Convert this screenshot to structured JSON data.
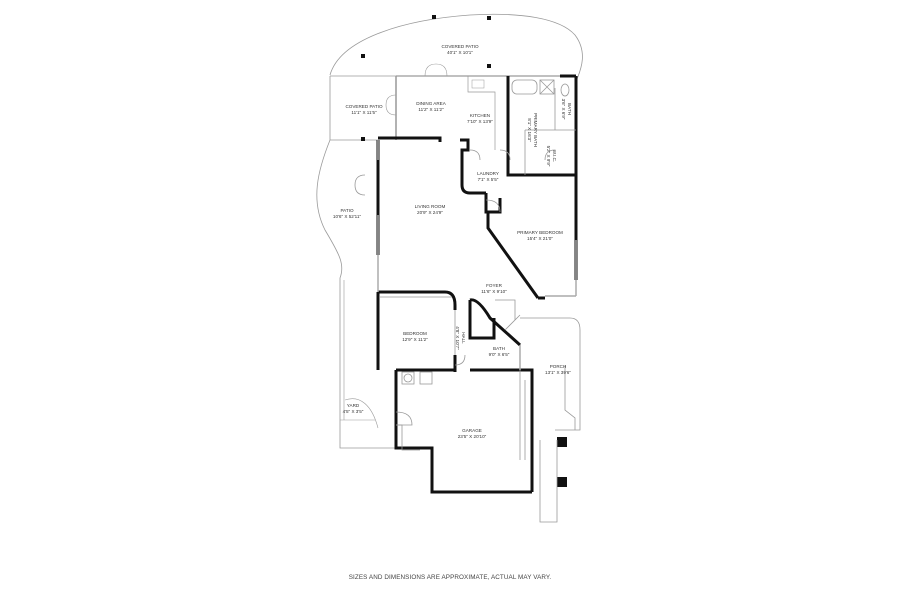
{
  "floorplan": {
    "rooms": [
      {
        "id": "covered-patio-main",
        "name": "COVERED PATIO",
        "dims": "40'1\" x 10'1\""
      },
      {
        "id": "covered-patio-side",
        "name": "COVERED PATIO",
        "dims": "11'1\" x 11'5\""
      },
      {
        "id": "dining-area",
        "name": "DINING AREA",
        "dims": "11'2\" x 11'2\""
      },
      {
        "id": "kitchen",
        "name": "KITCHEN",
        "dims": "7'10\" x 13'9\""
      },
      {
        "id": "primary-bath",
        "name": "PRIMARY BATH",
        "dims": "8'1\" x 16'3\""
      },
      {
        "id": "bath-small",
        "name": "BATH",
        "dims": "3'6\" x 6'9\""
      },
      {
        "id": "wic",
        "name": "W.I.C.",
        "dims": "5'2\" x 9'9\""
      },
      {
        "id": "laundry",
        "name": "LAUNDRY",
        "dims": "7'1\" x 5'5\""
      },
      {
        "id": "patio",
        "name": "PATIO",
        "dims": "10'6\" x 52'11\""
      },
      {
        "id": "living-room",
        "name": "LIVING ROOM",
        "dims": "20'9\" x 24'9\""
      },
      {
        "id": "primary-bedroom",
        "name": "PRIMARY BEDROOM",
        "dims": "15'4\" x 21'0\""
      },
      {
        "id": "foyer",
        "name": "FOYER",
        "dims": "11'6\" x 9'10\""
      },
      {
        "id": "bedroom",
        "name": "BEDROOM",
        "dims": "12'9\" x 11'2\""
      },
      {
        "id": "hall",
        "name": "HALL",
        "dims": "4'8\" x 10'7\""
      },
      {
        "id": "bath",
        "name": "BATH",
        "dims": "9'0\" x 6'5\""
      },
      {
        "id": "porch",
        "name": "PORCH",
        "dims": "13'1\" x 39'6\""
      },
      {
        "id": "yard",
        "name": "YARD",
        "dims": "4'5\" x 3'5\""
      },
      {
        "id": "garage",
        "name": "GARAGE",
        "dims": "23'5\" x 20'10\""
      }
    ]
  },
  "footer": {
    "disclaimer": "SIZES AND DIMENSIONS ARE APPROXIMATE, ACTUAL MAY VARY."
  },
  "colors": {
    "wall": "#111111",
    "thin_line": "#999999",
    "background": "#ffffff"
  }
}
